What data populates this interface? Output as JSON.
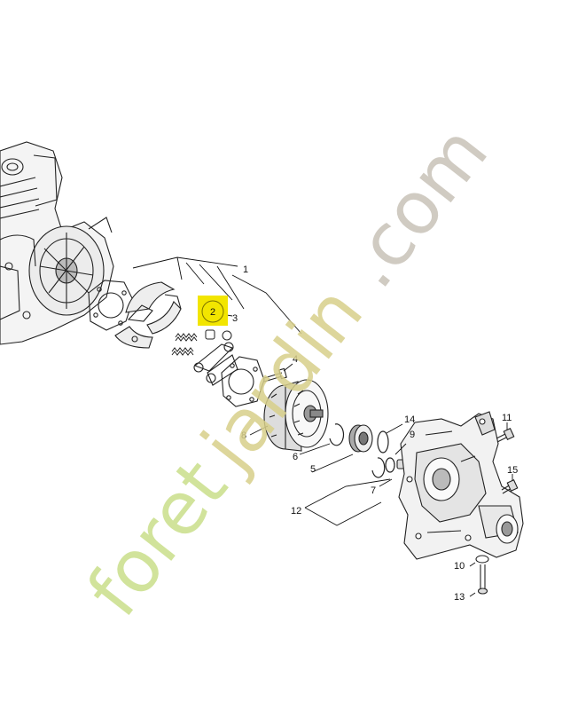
{
  "diagram": {
    "watermark": {
      "text_green": "foret",
      "text_mid": "jardin",
      "text_grey": ".com",
      "color_green": "#c9df8a",
      "color_grey": "#c8c2b8"
    },
    "highlight": {
      "label": "2",
      "color": "#f2e500"
    },
    "callouts": [
      "1",
      "3",
      "4",
      "5",
      "6",
      "7",
      "8",
      "9",
      "10",
      "11",
      "12",
      "13",
      "14",
      "15"
    ]
  }
}
